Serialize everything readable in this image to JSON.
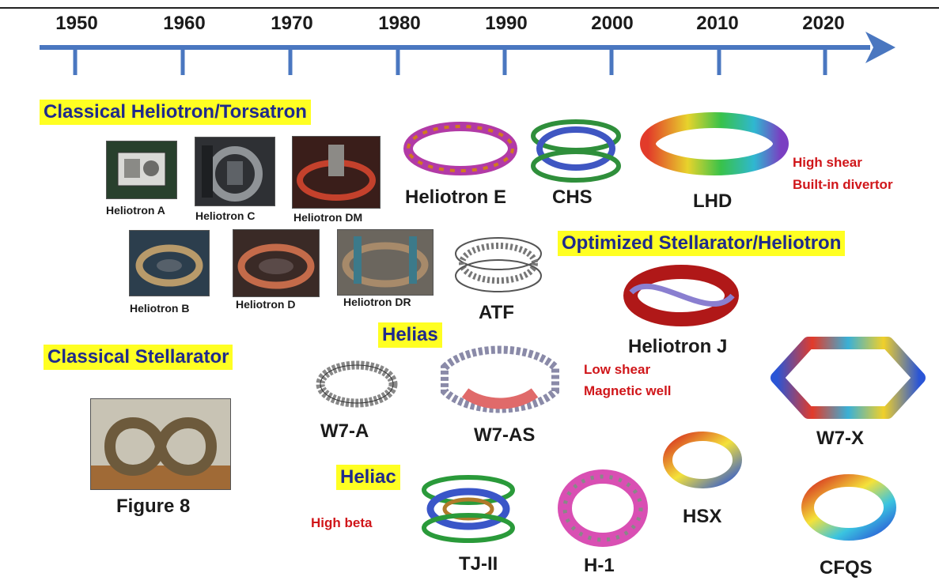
{
  "timeline": {
    "years": [
      "1950",
      "1960",
      "1970",
      "1980",
      "1990",
      "2000",
      "2010",
      "2020"
    ],
    "axis_color": "#4a77c0"
  },
  "categories": {
    "classical_heliotron": "Classical Heliotron/Torsatron",
    "optimized": "Optimized Stellarator/Heliotron",
    "classical_stellarator": "Classical Stellarator",
    "helias": "Helias",
    "heliac": "Heliac"
  },
  "devices": {
    "heliotron_a": "Heliotron A",
    "heliotron_b": "Heliotron B",
    "heliotron_c": "Heliotron C",
    "heliotron_d": "Heliotron D",
    "heliotron_dm": "Heliotron DM",
    "heliotron_dr": "Heliotron DR",
    "heliotron_e": "Heliotron E",
    "chs": "CHS",
    "lhd": "LHD",
    "atf": "ATF",
    "heliotron_j": "Heliotron J",
    "w7a": "W7-A",
    "w7as": "W7-AS",
    "w7x": "W7-X",
    "figure8": "Figure 8",
    "tj2": "TJ-II",
    "h1": "H-1",
    "hsx": "HSX",
    "cfqs": "CFQS"
  },
  "notes": {
    "lhd_line1": "High shear",
    "lhd_line2": "Built-in divertor",
    "hj_line1": "Low shear",
    "hj_line2": "Magnetic well",
    "heliac": "High beta"
  },
  "colors": {
    "highlight": "#ffff22",
    "category_text": "#1f2a8c",
    "note_text": "#d0161a"
  }
}
